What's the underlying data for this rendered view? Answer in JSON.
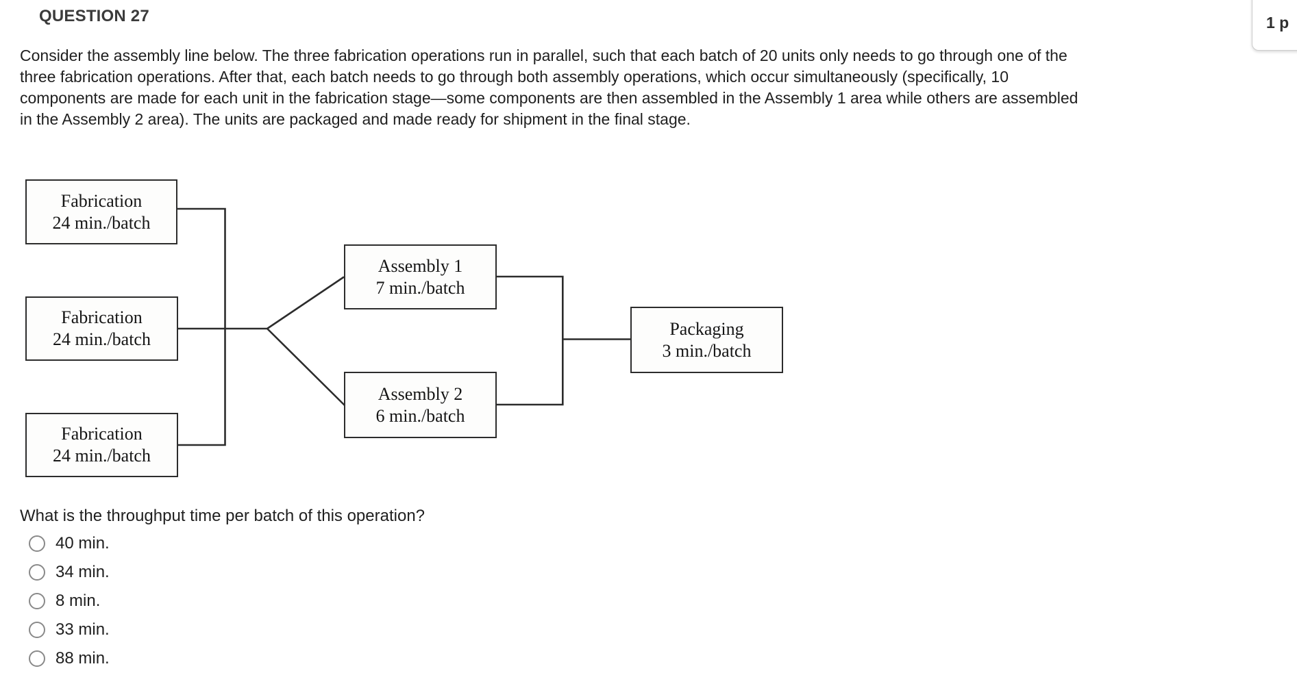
{
  "header": {
    "title": "QUESTION 27",
    "points": "1 p"
  },
  "question": {
    "paragraph": "Consider the assembly line below. The three fabrication operations run in parallel, such that each batch of 20 units only needs to go through one of the three fabrication operations. After that, each batch needs to go through both assembly operations, which occur simultaneously (specifically, 10 components are made for each unit in the fabrication stage—some components are then assembled in the Assembly 1 area while others are assembled in the Assembly 2 area). The units are packaged and made ready for shipment in the final stage.",
    "prompt": "What is the throughput time per batch of this operation?",
    "options": [
      {
        "label": "40 min."
      },
      {
        "label": "34 min."
      },
      {
        "label": "8 min."
      },
      {
        "label": "33 min."
      },
      {
        "label": "88 min."
      }
    ]
  },
  "diagram": {
    "boxes": [
      {
        "id": "fabrication-1",
        "name": "Fabrication",
        "rate": "24 min./batch"
      },
      {
        "id": "fabrication-2",
        "name": "Fabrication",
        "rate": "24 min./batch"
      },
      {
        "id": "fabrication-3",
        "name": "Fabrication",
        "rate": "24 min./batch"
      },
      {
        "id": "assembly-1",
        "name": "Assembly 1",
        "rate": "7 min./batch"
      },
      {
        "id": "assembly-2",
        "name": "Assembly 2",
        "rate": "6 min./batch"
      },
      {
        "id": "packaging",
        "name": "Packaging",
        "rate": "3 min./batch"
      }
    ]
  }
}
